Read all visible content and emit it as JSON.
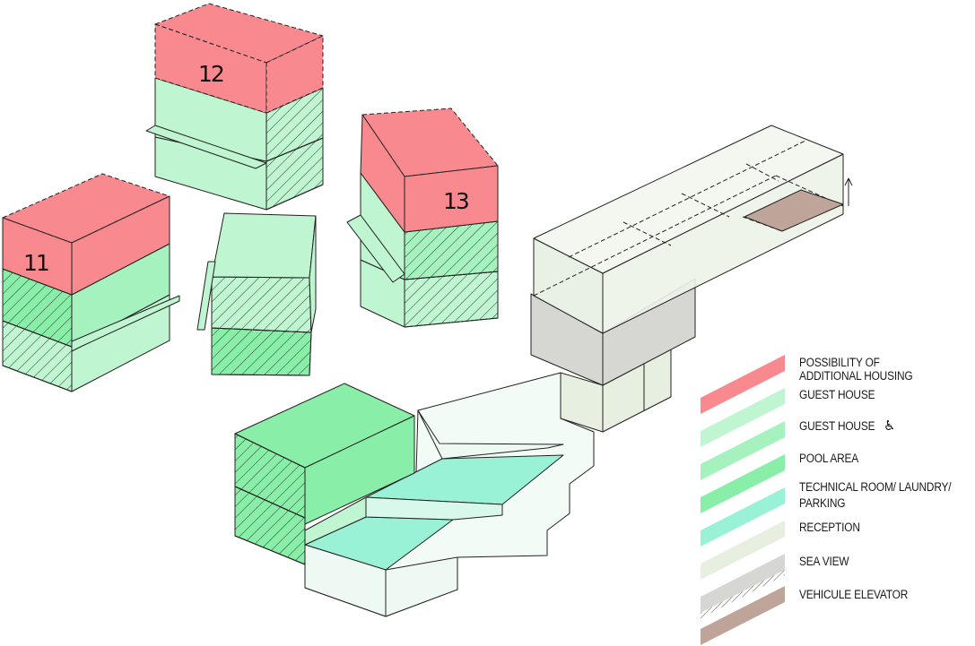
{
  "colors": {
    "additional_housing": "#f7898f",
    "guest_house": "#bff5d0",
    "guest_house_accessible": "#a6f2bf",
    "pool_area": "#89efa8",
    "technical": "#99f2d6",
    "reception": "#e7efe1",
    "sea_view": "#d6d6d2",
    "vehicle_elevator": "#bfa49a",
    "outline": "#222222"
  },
  "buildings": [
    {
      "id": "b11",
      "number": "11"
    },
    {
      "id": "b12",
      "number": "12"
    },
    {
      "id": "b13",
      "number": "13"
    }
  ],
  "legend": [
    {
      "key": "possibility-of-additional-housing",
      "label": "POSSIBILITY OF\nADDITIONAL HOUSING",
      "color": "#f7898f",
      "pattern": "solid"
    },
    {
      "key": "guest-house",
      "label": "GUEST HOUSE",
      "color": "#bff5d0",
      "pattern": "solid"
    },
    {
      "key": "guest-house-accessible",
      "label": "GUEST HOUSE",
      "color": "#a6f2bf",
      "pattern": "solid",
      "icon": "wheelchair-icon"
    },
    {
      "key": "pool-area",
      "label": "POOL AREA",
      "color": "#89efa8",
      "pattern": "solid"
    },
    {
      "key": "technical-room",
      "label": "TECHNICAL ROOM/ LAUNDRY/\nPARKING",
      "color": "#99f2d6",
      "pattern": "solid"
    },
    {
      "key": "reception",
      "label": "RECEPTION",
      "color": "#e7efe1",
      "pattern": "solid"
    },
    {
      "key": "sea-view",
      "label": "SEA VIEW",
      "color": "#d6d6d2",
      "pattern": "solid"
    },
    {
      "key": "vehicule-elevator",
      "label": "VEHICULE ELEVATOR",
      "color": "#ffffff",
      "pattern": "hatch"
    },
    {
      "key": "brown-swatch",
      "label": "",
      "color": "#bfa49a",
      "pattern": "solid"
    }
  ]
}
